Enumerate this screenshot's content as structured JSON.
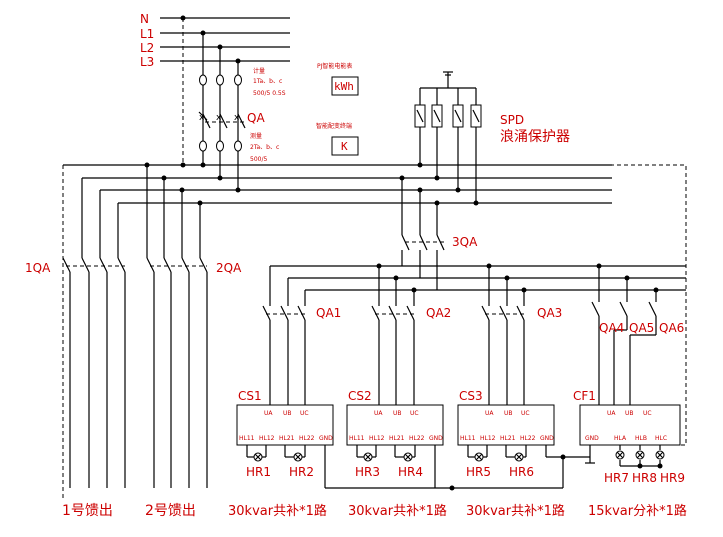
{
  "bus_labels": [
    "N",
    "L1",
    "L2",
    "L3"
  ],
  "meter_ct_note": {
    "line1": "计量",
    "line2": "1Ta、b、c",
    "line3": "500/5 0.5S"
  },
  "measure_ct_note": {
    "line1": "测量",
    "line2": "2Ta、b、c",
    "line3": "500/5"
  },
  "kwh_meter": {
    "caption": "PJ智能电能表",
    "symbol": "kWh"
  },
  "controller": {
    "caption": "智能配变终端",
    "symbol": "K"
  },
  "main_breaker": "QA",
  "spd": {
    "code": "SPD",
    "name": "浪涌保护器"
  },
  "feeder_breakers": [
    "1QA",
    "2QA"
  ],
  "cap_main_breaker": "3QA",
  "cap_breakers": [
    "QA1",
    "QA2",
    "QA3",
    "QA4",
    "QA5",
    "QA6"
  ],
  "controllers": [
    {
      "name": "CS1",
      "top": [
        "UA",
        "UB",
        "UC"
      ],
      "bottom": [
        "HL11",
        "HL12",
        "HL21",
        "HL22",
        "GND"
      ]
    },
    {
      "name": "CS2",
      "top": [
        "UA",
        "UB",
        "UC"
      ],
      "bottom": [
        "HL11",
        "HL12",
        "HL21",
        "HL22",
        "GND"
      ]
    },
    {
      "name": "CS3",
      "top": [
        "UA",
        "UB",
        "UC"
      ],
      "bottom": [
        "HL11",
        "HL12",
        "HL21",
        "HL22",
        "GND"
      ]
    },
    {
      "name": "CF1",
      "top": [
        "UA",
        "UB",
        "UC"
      ],
      "bottom": [
        "GND",
        "HLA",
        "HLB",
        "HLC"
      ]
    }
  ],
  "indicator_lamps": [
    "HR1",
    "HR2",
    "HR3",
    "HR4",
    "HR5",
    "HR6",
    "HR7",
    "HR8",
    "HR9"
  ],
  "bottom_labels": [
    "1号馈出",
    "2号馈出",
    "30kvar共补*1路",
    "30kvar共补*1路",
    "30kvar共补*1路",
    "15kvar分补*1路"
  ],
  "colors": {
    "text": "#cc0000",
    "line": "#000000"
  }
}
